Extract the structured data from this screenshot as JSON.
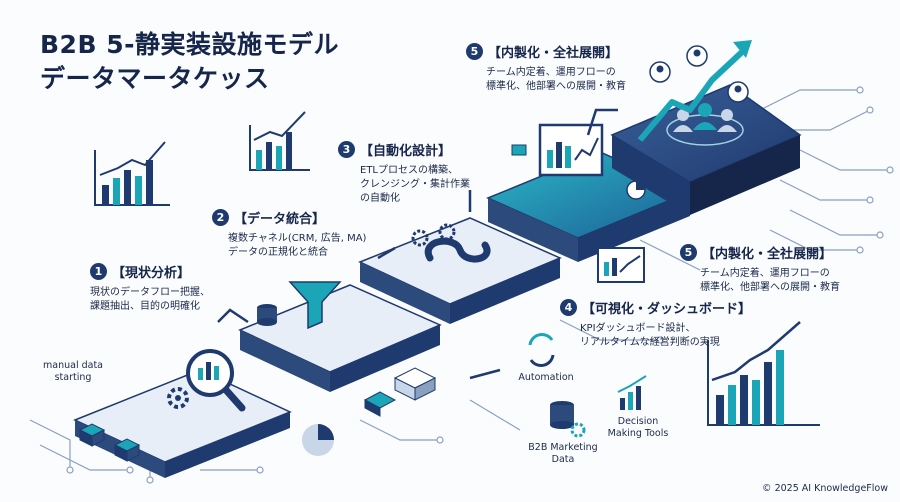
{
  "title": {
    "line1": "B2B 5-静実装設施モデル",
    "line2": "データマータケッス"
  },
  "steps": [
    {
      "num": "1",
      "head": "【現状分析】",
      "desc": "現状のデータフロー把握、\n課題抽出、目的の明確化"
    },
    {
      "num": "2",
      "head": "【データ統合】",
      "desc": "複数チャネル(CRM, 広告, MA)\nデータの正規化と統合"
    },
    {
      "num": "3",
      "head": "【自動化設計】",
      "desc": "ETLプロセスの構築、\nクレンジング・集計作業\nの自動化"
    },
    {
      "num": "4",
      "head": "【可視化・ダッシュボード】",
      "desc": "KPIダッシュボード設計、\nリアルタイムな経営判断の実現"
    },
    {
      "num": "5",
      "head": "【内製化・全社展開】",
      "desc": "チーム内定着、運用フローの\n標準化、他部署への展開・教育"
    },
    {
      "num": "5",
      "head": "【内製化・全社展開】",
      "desc": "チーム内定着、運用フローの\n標準化、他部署への展開・教育"
    }
  ],
  "labels": {
    "manual": "manual data\nstarting",
    "automation": "Automation",
    "b2b": "B2B Marketing\nData",
    "decision": "Decision\nMaking Tools"
  },
  "copyright": "© 2025 AI KnowledgeFlow",
  "colors": {
    "navy": "#1f3a6e",
    "teal": "#1aa6b7",
    "light": "#e3ebf5",
    "dark": "#16254a"
  },
  "icons": [
    "magnifier-icon",
    "gear-icon",
    "funnel-icon",
    "database-icon",
    "sync-icon",
    "pie-chart-icon",
    "bar-chart-icon",
    "people-icon",
    "arrow-up-icon",
    "dashboard-monitor-icon"
  ]
}
